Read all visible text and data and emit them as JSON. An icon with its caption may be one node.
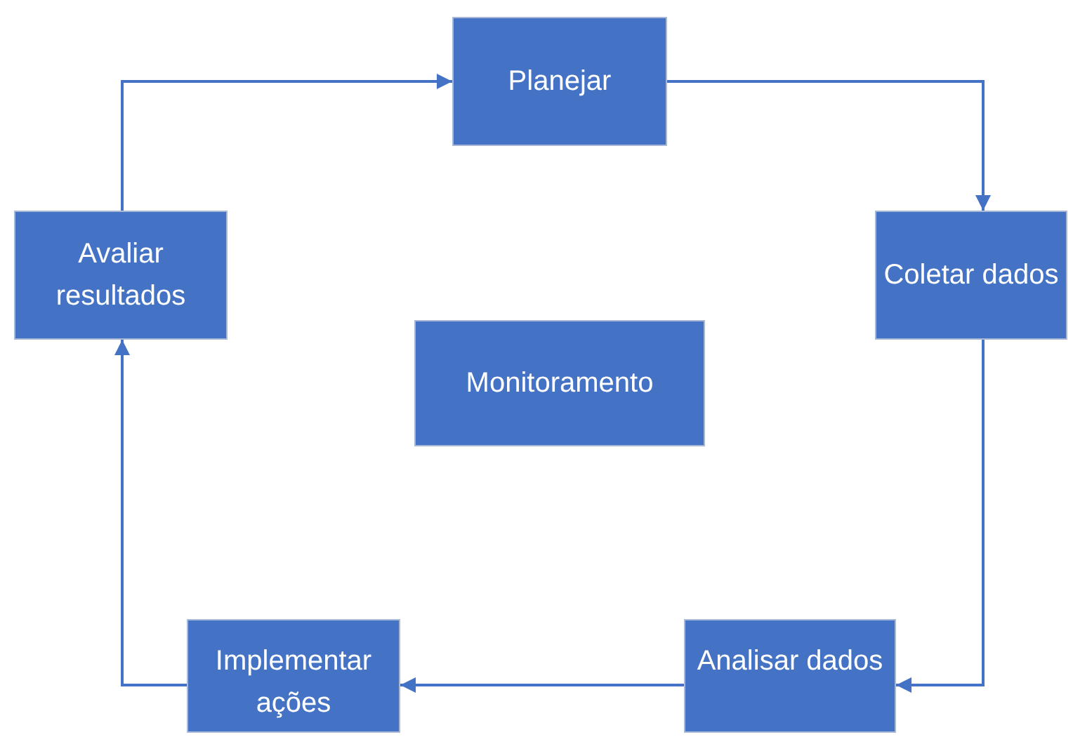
{
  "diagram": {
    "nodes": [
      {
        "text": [
          "Planejar"
        ]
      },
      {
        "text": [
          "Coletar dados"
        ]
      },
      {
        "text": [
          "Analisar dados"
        ]
      },
      {
        "text": [
          "Implementar ações"
        ]
      },
      {
        "text": [
          "Avaliar resultados"
        ]
      },
      {
        "text": [
          "Monitoramento"
        ]
      }
    ],
    "edges": [
      {
        "from": 0,
        "to": 1,
        "arrow": "to"
      },
      {
        "from": 1,
        "to": 2,
        "arrow": "to"
      },
      {
        "from": 2,
        "to": 3,
        "arrow": "to"
      },
      {
        "from": 3,
        "to": 4,
        "arrow": "to"
      },
      {
        "from": 4,
        "to": 0,
        "arrow": "to"
      }
    ]
  }
}
